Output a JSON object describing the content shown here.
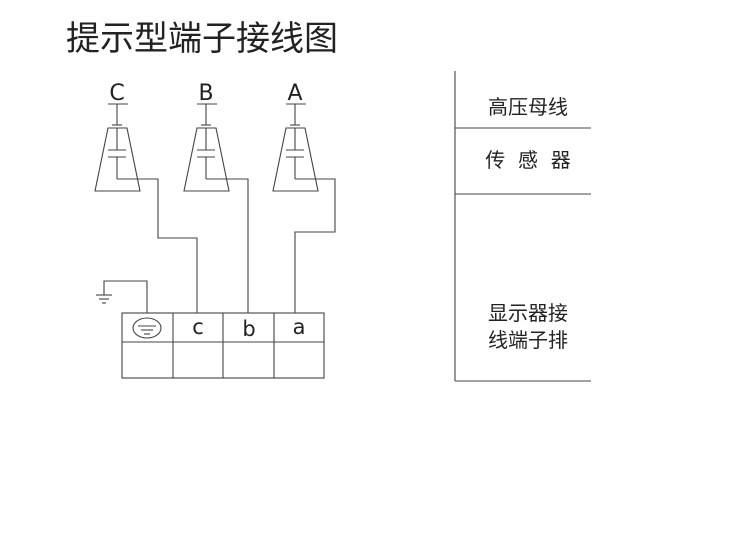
{
  "title": "提示型端子接线图",
  "phases": [
    "C",
    "B",
    "A"
  ],
  "terminal_labels": [
    "c",
    "b",
    "a"
  ],
  "legend": {
    "row1": "高压母线",
    "row2": "传  感  器",
    "row3_line1": "显示器接",
    "row3_line2": "线端子排"
  },
  "icons": {
    "ground": "ground-icon",
    "ground_circle": "ground-terminal-icon"
  },
  "colors": {
    "line": "#444444",
    "text": "#222222",
    "background": "#ffffff"
  }
}
